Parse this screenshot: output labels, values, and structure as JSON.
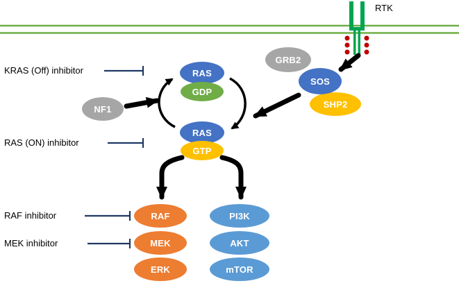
{
  "rtk": {
    "label": "RTK"
  },
  "nodes": {
    "grb2": {
      "label": "GRB2",
      "color": "#a6a6a6"
    },
    "sos": {
      "label": "SOS",
      "color": "#4472c4"
    },
    "shp2": {
      "label": "SHP2",
      "color": "#ffc000"
    },
    "ras_top": {
      "label": "RAS",
      "color": "#4472c4"
    },
    "gdp": {
      "label": "GDP",
      "color": "#70ad47"
    },
    "ras_bottom": {
      "label": "RAS",
      "color": "#4472c4"
    },
    "gtp": {
      "label": "GTP",
      "color": "#ffc000"
    },
    "nf1": {
      "label": "NF1",
      "color": "#a6a6a6"
    },
    "raf": {
      "label": "RAF",
      "color": "#ed7d31"
    },
    "mek": {
      "label": "MEK",
      "color": "#ed7d31"
    },
    "erk": {
      "label": "ERK",
      "color": "#ed7d31"
    },
    "pi3k": {
      "label": "PI3K",
      "color": "#5b9bd5"
    },
    "akt": {
      "label": "AKT",
      "color": "#5b9bd5"
    },
    "mtor": {
      "label": "mTOR",
      "color": "#5b9bd5"
    }
  },
  "inhibitors": [
    {
      "label": "KRAS (Off) inhibitor"
    },
    {
      "label": "RAS (ON) inhibitor"
    },
    {
      "label": "RAF inhibitor"
    },
    {
      "label": "MEK inhibitor"
    }
  ],
  "colors": {
    "membrane": "#6fae45",
    "receptor": "#00a550",
    "phospho_dot": "#c00000",
    "inhibitor_line": "#1f3864",
    "arrow": "#000000"
  }
}
